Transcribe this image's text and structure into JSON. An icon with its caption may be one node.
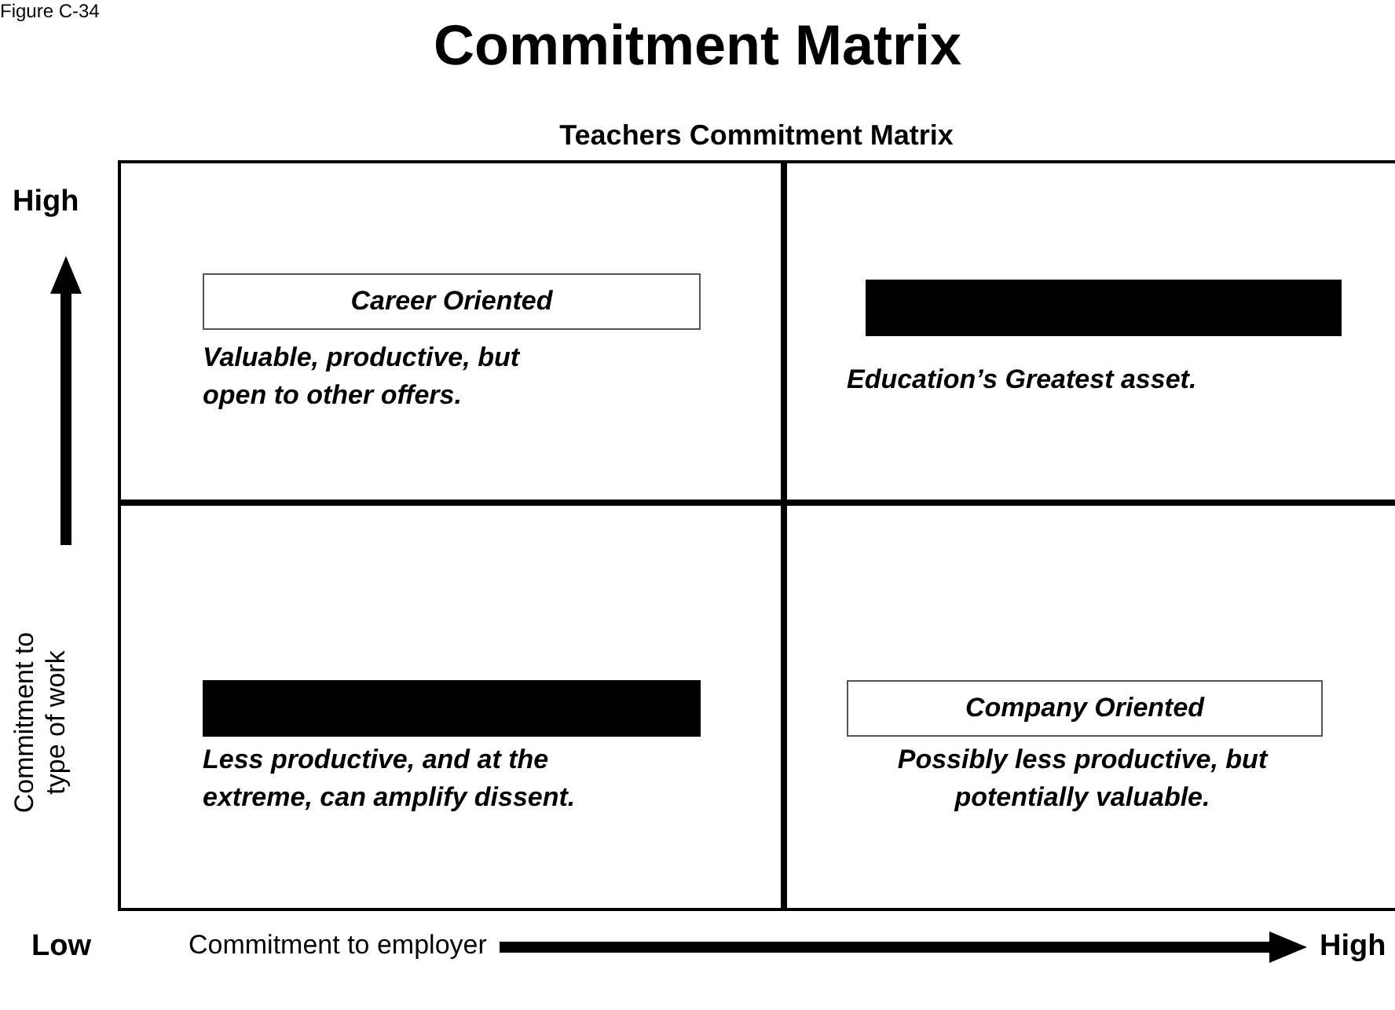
{
  "diagram": {
    "title": "Commitment Matrix",
    "nodes": [
      {
        "text": [
          "Valuable, productive, but open to other offers."
        ]
      },
      {
        "text": [
          "Career Oriented"
        ],
        "in": 0
      },
      {
        "text": [
          "Education’s Greatest asset."
        ]
      },
      {
        "text": [],
        "shape": "bar",
        "in": 2
      },
      {
        "text": [
          "Less productive, and at the extreme, can amplify dissent."
        ]
      },
      {
        "text": [],
        "shape": "bar",
        "in": 4
      },
      {
        "text": [
          "Possibly less productive, but potentially valuable."
        ]
      },
      {
        "text": [
          "Company Oriented"
        ],
        "in": 6
      }
    ],
    "edges": [],
    "labels": [
      "Figure C-34",
      "Teachers Commitment Matrix",
      "High",
      "Commitment to type of work",
      "Low",
      "Commitment to employer",
      "High"
    ]
  }
}
